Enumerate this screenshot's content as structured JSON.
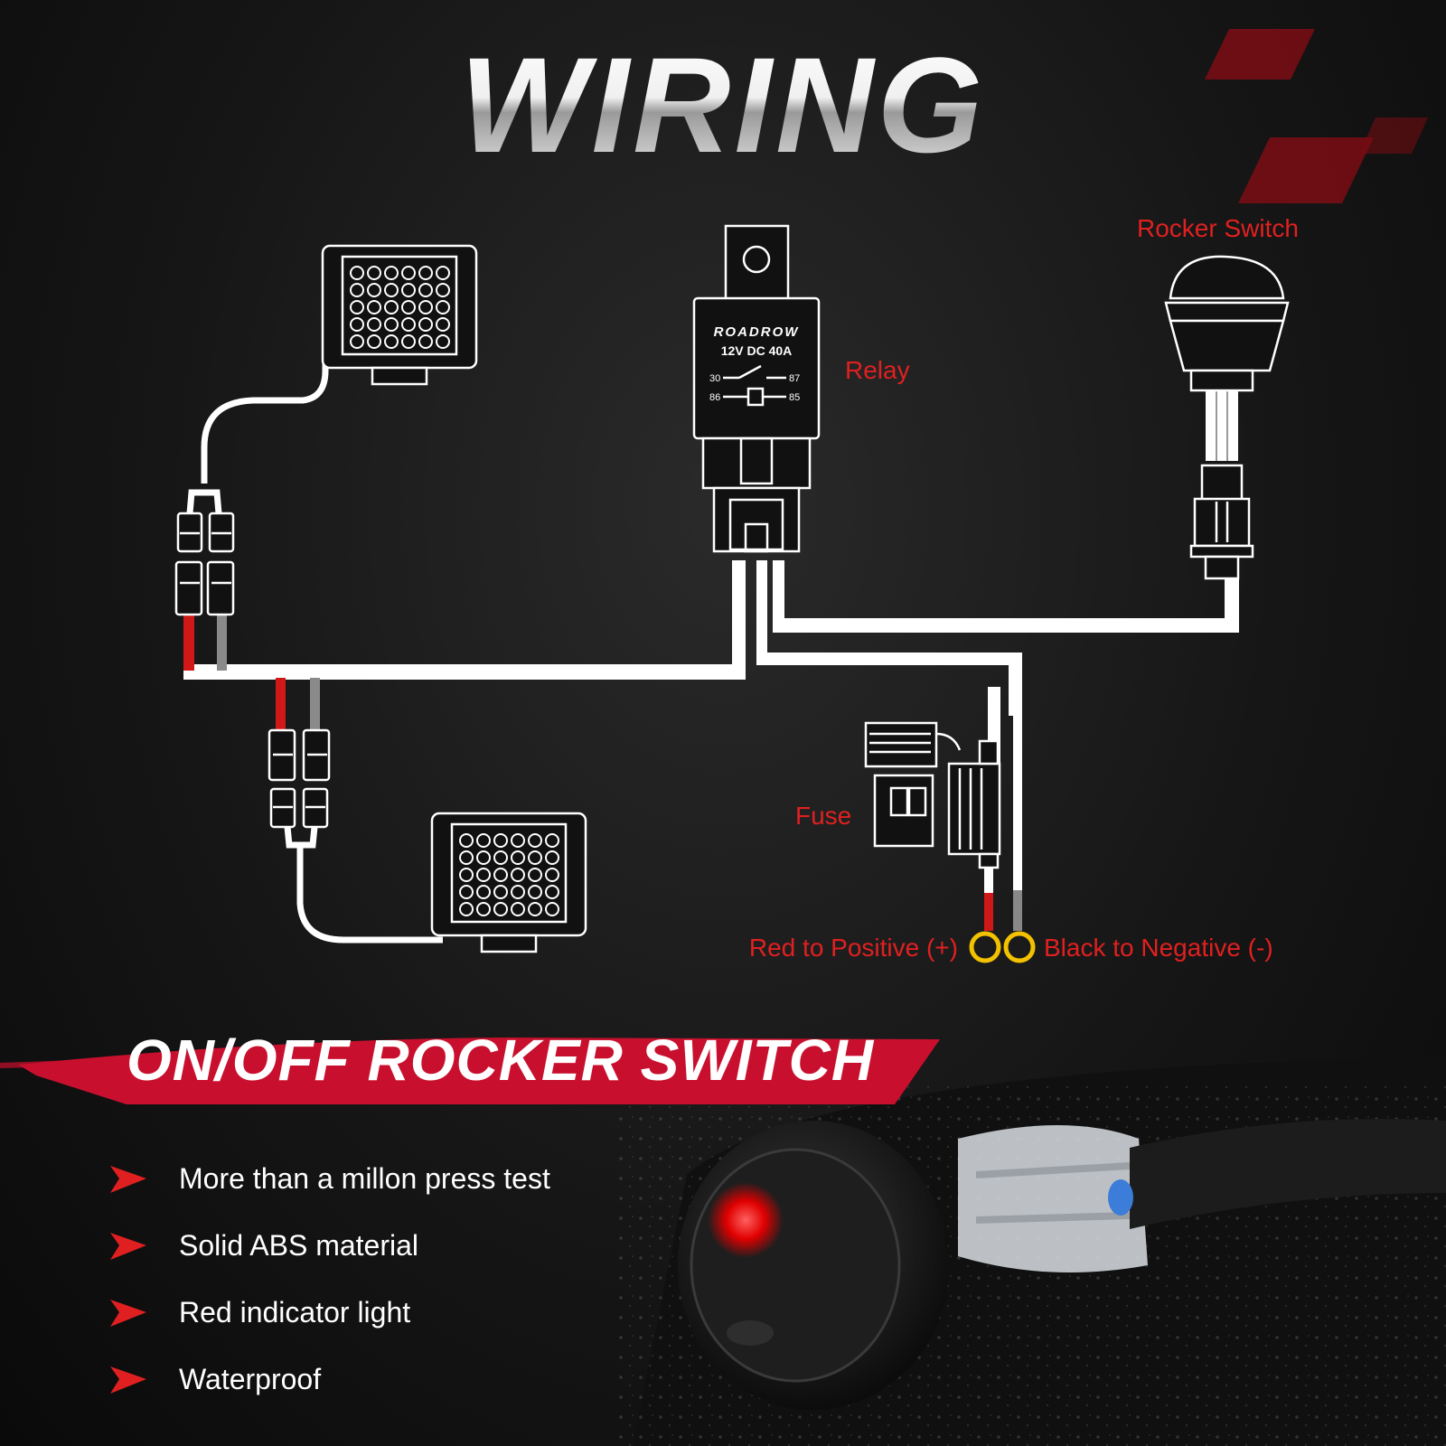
{
  "header": {
    "title": "WIRING"
  },
  "labels": {
    "rocker_switch": "Rocker Switch",
    "relay": "Relay",
    "fuse": "Fuse",
    "red_positive": "Red to Positive (+)",
    "black_negative": "Black to Negative (-)"
  },
  "relay": {
    "brand": "ROADROW",
    "rating": "12V DC  40A",
    "pin30": "30",
    "pin87": "87",
    "pin86": "86",
    "pin85": "85"
  },
  "banner": {
    "title": "ON/OFF ROCKER SWITCH"
  },
  "features": [
    "More than a millon press test",
    "Solid ABS material",
    "Red indicator light",
    "Waterproof"
  ],
  "colors": {
    "accent_red": "#e02020",
    "banner_red": "#c8102e",
    "ring_yellow": "#f2c100",
    "wire_white": "#ffffff",
    "wire_grey": "#8a8a8a"
  },
  "icons": {
    "led_light": "led-work-light-icon",
    "relay": "relay-icon",
    "rocker": "rocker-switch-icon",
    "fuse": "fuse-icon",
    "bullet": "red-arrow-bullet-icon"
  }
}
